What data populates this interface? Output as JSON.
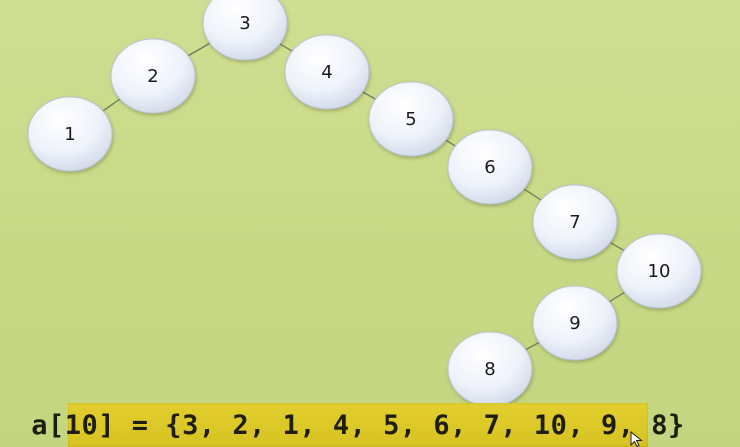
{
  "diagram": {
    "nodes": [
      {
        "id": "n1",
        "label": "1"
      },
      {
        "id": "n2",
        "label": "2"
      },
      {
        "id": "n3",
        "label": "3"
      },
      {
        "id": "n4",
        "label": "4"
      },
      {
        "id": "n5",
        "label": "5"
      },
      {
        "id": "n6",
        "label": "6"
      },
      {
        "id": "n7",
        "label": "7"
      },
      {
        "id": "n10",
        "label": "10"
      },
      {
        "id": "n9",
        "label": "9"
      },
      {
        "id": "n8",
        "label": "8"
      }
    ],
    "edges": [
      [
        "n3",
        "n2"
      ],
      [
        "n2",
        "n1"
      ],
      [
        "n3",
        "n4"
      ],
      [
        "n4",
        "n5"
      ],
      [
        "n5",
        "n6"
      ],
      [
        "n6",
        "n7"
      ],
      [
        "n7",
        "n10"
      ],
      [
        "n10",
        "n9"
      ],
      [
        "n9",
        "n8"
      ]
    ]
  },
  "caption": {
    "text": "a[10] = {3, 2, 1, 4, 5, 6, 7, 10, 9, 8}"
  },
  "colors": {
    "background": "#c9da8a",
    "node_fill": "#eef3fb",
    "edge": "#6e7a5a",
    "caption_bar": "#dcc927"
  }
}
